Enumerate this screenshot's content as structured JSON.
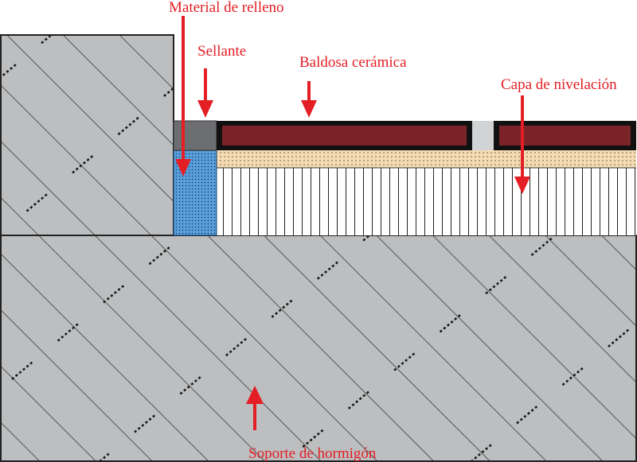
{
  "labels": {
    "filler": "Material de relleno",
    "sealant": "Sellante",
    "tile": "Baldosa cerámica",
    "leveling": "Capa de nivelación",
    "concrete": "Soporte de hormigón"
  },
  "colors": {
    "label_red": "#e31e24",
    "concrete_gray": "#bcbec0",
    "tile_red": "#7a2329",
    "tile_border": "#111111",
    "filler_blue": "#5aa0dc",
    "sealant_gray": "#6d6e71",
    "mortar_tan": "#f5dcb4",
    "grout_gray": "#d1d3d4"
  }
}
